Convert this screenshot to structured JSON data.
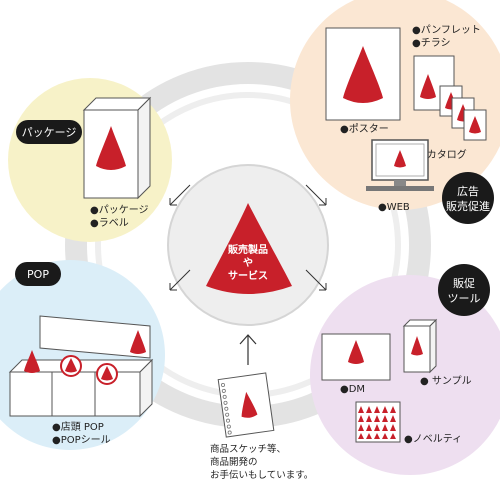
{
  "colors": {
    "red": "#c8202a",
    "black": "#1a1a1a",
    "ring": "#dcdcdc",
    "yellow_zone": "#f7f2c8",
    "blue_zone": "#dbeef8",
    "peach_zone": "#fbe7d3",
    "purple_zone": "#eedff0"
  },
  "center": {
    "line1": "販売製品",
    "line2": "や",
    "line3": "サービス"
  },
  "groups": {
    "package": {
      "badge": "パッケージ",
      "items": [
        "●パッケージ",
        "●ラベル"
      ]
    },
    "pop": {
      "badge": "POP",
      "items": [
        "●店頭 POP",
        "●POPシール"
      ]
    },
    "ad": {
      "badge_line1": "広告",
      "badge_line2": "販売促進",
      "items": [
        "●パンフレット",
        "●チラシ",
        "●ポスター",
        "●カタログ",
        "●WEB"
      ]
    },
    "tools": {
      "badge_line1": "販促",
      "badge_line2": "ツール",
      "items": [
        "●DM",
        "● サンプル",
        "●ノベルティ"
      ]
    }
  },
  "note": {
    "line1": "商品スケッチ等、",
    "line2": "商品開発の",
    "line3": "お手伝いもしています。"
  }
}
